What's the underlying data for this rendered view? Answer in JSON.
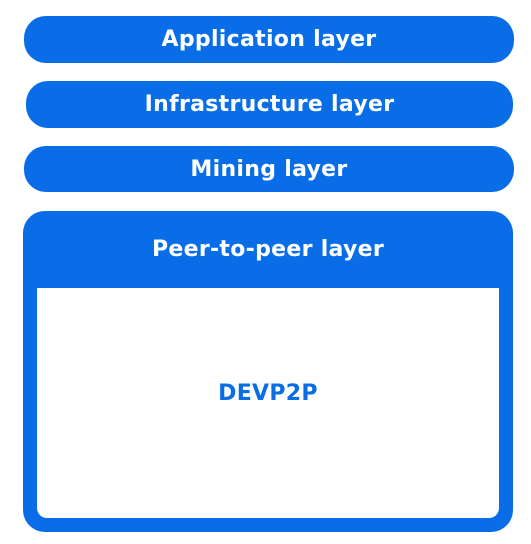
{
  "layers": {
    "application": "Application layer",
    "infrastructure": "Infrastructure layer",
    "mining": "Mining layer",
    "p2p": {
      "title": "Peer-to-peer layer",
      "protocol": "DEVP2P"
    }
  },
  "colors": {
    "primary": "#0a6de8",
    "background": "#ffffff"
  }
}
